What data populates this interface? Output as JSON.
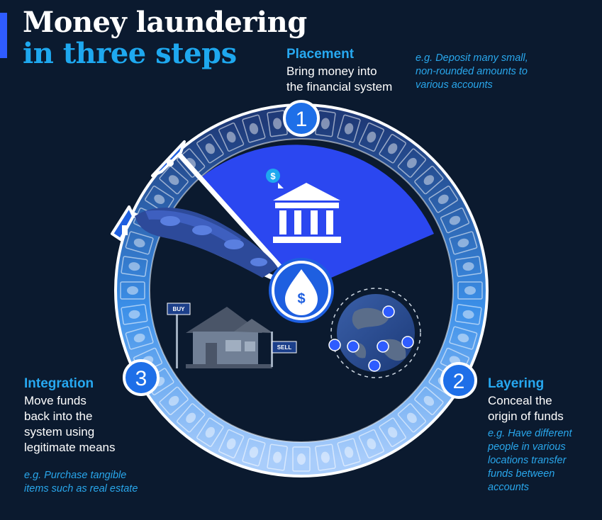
{
  "title": {
    "line1": "Money laundering",
    "line2": "in three steps"
  },
  "colors": {
    "background": "#0b1a2f",
    "accent_blue": "#2f5cff",
    "highlight_blue": "#1ea8ef",
    "ring_white": "#ffffff"
  },
  "steps": [
    {
      "number": "1",
      "title": "Placement",
      "description": [
        "Bring money into",
        "the financial system"
      ],
      "example": [
        "e.g. Deposit many small,",
        "non-rounded amounts to",
        "various accounts"
      ],
      "icon": "bank-icon"
    },
    {
      "number": "2",
      "title": "Layering",
      "description": [
        "Conceal the",
        "origin of funds"
      ],
      "example": [
        "e.g. Have different",
        "people in various",
        "locations transfer",
        "funds between",
        "accounts"
      ],
      "icon": "globe-network-icon"
    },
    {
      "number": "3",
      "title": "Integration",
      "description": [
        "Move funds",
        "back into the",
        "system using",
        "legitimate means"
      ],
      "example": [
        "e.g. Purchase tangible",
        "items such as real estate"
      ],
      "icon": "house-icon"
    }
  ],
  "center": {
    "symbol": "$",
    "icon": "money-drop-icon"
  },
  "house_signs": {
    "buy": "BUY",
    "sell": "SELL"
  },
  "deposit_icon": {
    "symbol": "$"
  }
}
